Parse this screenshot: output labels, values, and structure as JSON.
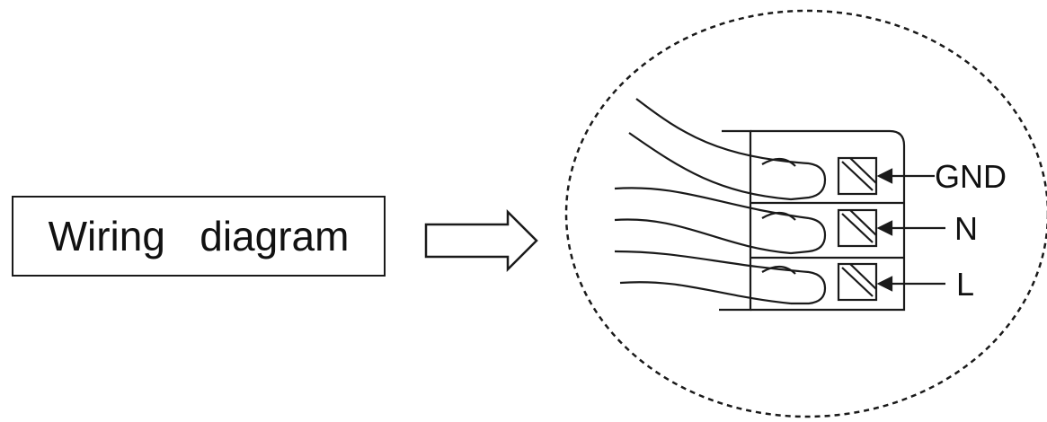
{
  "title": "Wiring   diagram",
  "terminals": [
    {
      "label": "GND"
    },
    {
      "label": "N"
    },
    {
      "label": "L"
    }
  ]
}
